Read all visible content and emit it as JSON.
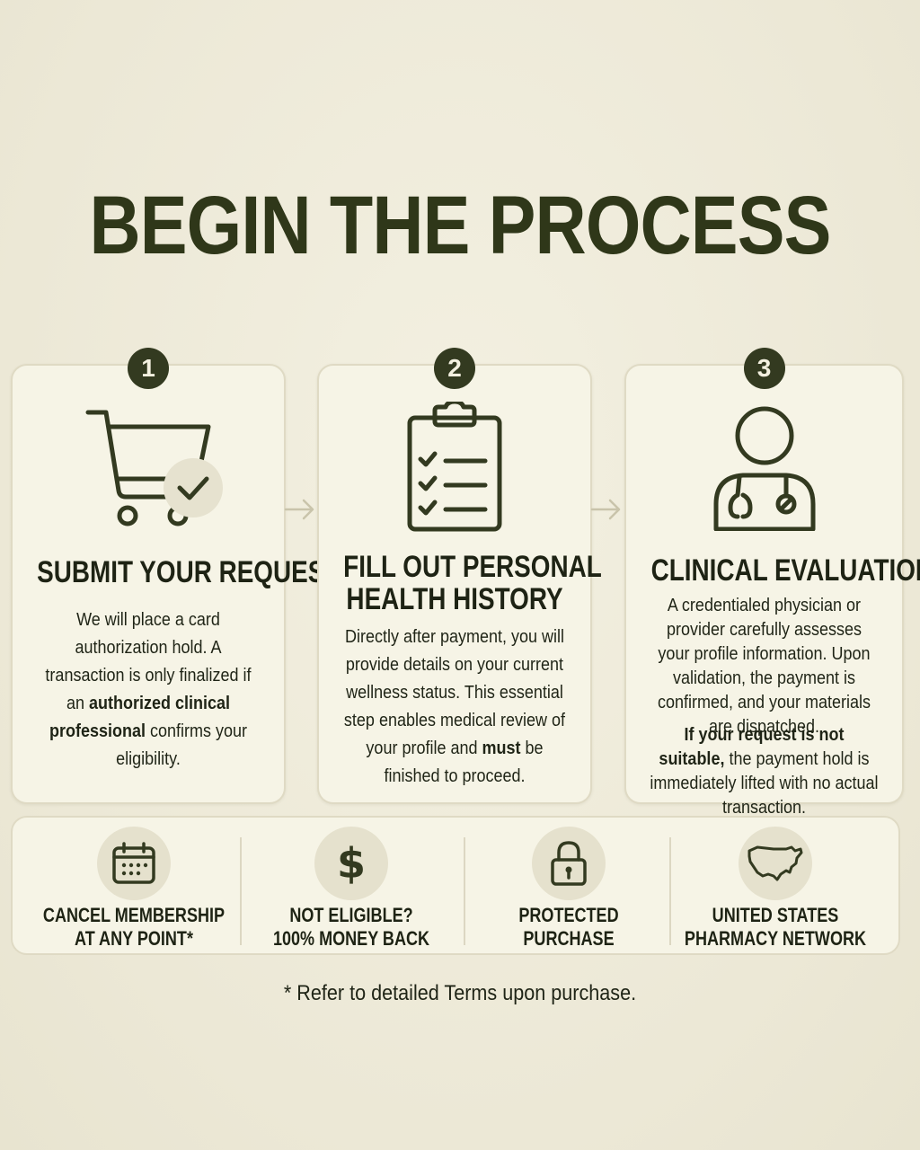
{
  "page": {
    "title": "BEGIN THE PROCESS",
    "footnote": "* Refer to detailed Terms upon purchase."
  },
  "colors": {
    "background": "#efebda",
    "card": "#f6f4e6",
    "accent": "#333a20",
    "text": "#1e2314"
  },
  "steps": [
    {
      "number": "1",
      "icon": "shopping-cart-check-icon",
      "title_lines": [
        "SUBMIT YOUR REQUEST"
      ],
      "body_parts": [
        {
          "text": "We will place a card authorization hold. A transaction is only finalized if an ",
          "bold": false
        },
        {
          "text": "authorized clinical professional",
          "bold": true
        },
        {
          "text": " confirms your eligibility.",
          "bold": false
        }
      ]
    },
    {
      "number": "2",
      "icon": "clipboard-checklist-icon",
      "title_lines": [
        "FILL OUT PERSONAL",
        "HEALTH HISTORY"
      ],
      "body_parts": [
        {
          "text": "Directly after payment, you will provide details on your current wellness status. This essential step enables medical review of your profile and ",
          "bold": false
        },
        {
          "text": "must",
          "bold": true
        },
        {
          "text": " be finished to proceed.",
          "bold": false
        }
      ]
    },
    {
      "number": "3",
      "icon": "doctor-stethoscope-icon",
      "title_lines": [
        "CLINICAL EVALUATION"
      ],
      "body_parts": [
        {
          "text": "A credentialed physician or provider carefully assesses your profile information. Upon validation, the payment is confirmed, and your materials are dispatched.",
          "bold": false
        }
      ],
      "body_parts_2": [
        {
          "text": "If your request is not suitable,",
          "bold": true
        },
        {
          "text": " the payment hold is immediately lifted with no actual transaction.",
          "bold": false
        }
      ]
    }
  ],
  "features": [
    {
      "icon": "calendar-icon",
      "lines": [
        "CANCEL MEMBERSHIP",
        "AT ANY POINT*"
      ]
    },
    {
      "icon": "dollar-icon",
      "lines": [
        "NOT ELIGIBLE?",
        "100% MONEY BACK"
      ]
    },
    {
      "icon": "padlock-icon",
      "lines": [
        "PROTECTED",
        "PURCHASE"
      ]
    },
    {
      "icon": "usa-map-icon",
      "lines": [
        "UNITED STATES",
        "PHARMACY NETWORK"
      ]
    }
  ]
}
